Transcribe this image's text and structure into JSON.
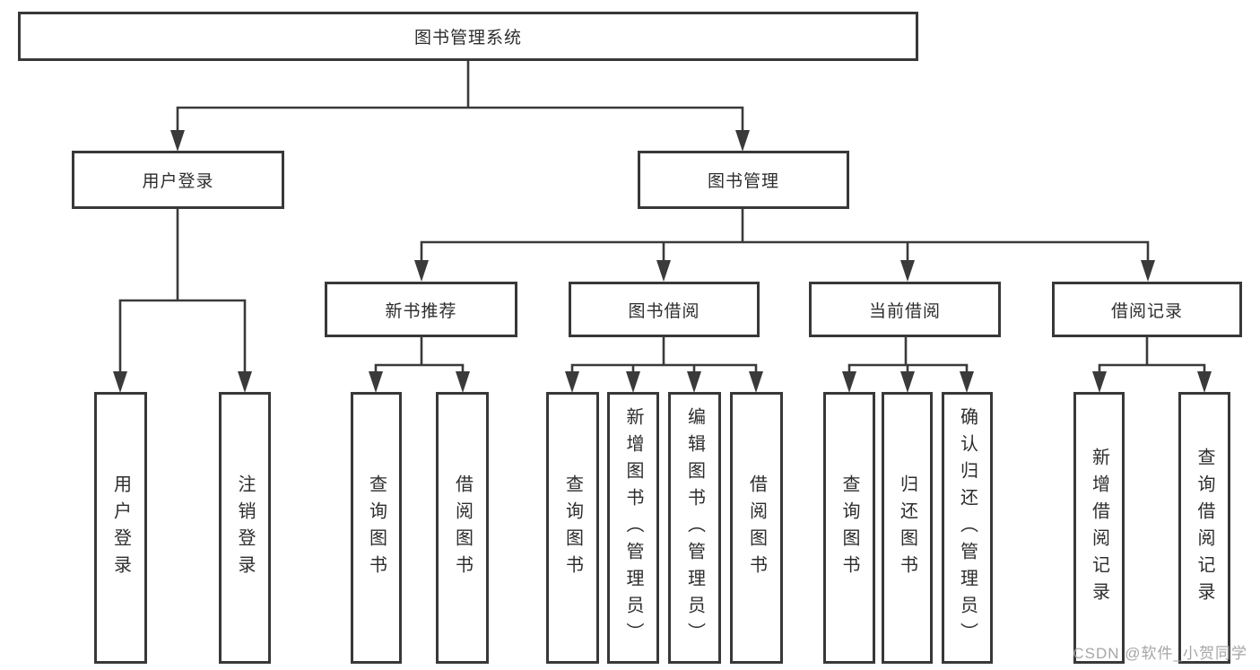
{
  "root": {
    "label": "图书管理系统"
  },
  "level2": [
    {
      "label": "用户登录"
    },
    {
      "label": "图书管理"
    }
  ],
  "level3": [
    {
      "label": "新书推荐"
    },
    {
      "label": "图书借阅"
    },
    {
      "label": "当前借阅"
    },
    {
      "label": "借阅记录"
    }
  ],
  "leaves": {
    "user_login": [
      {
        "label": "用户登录"
      },
      {
        "label": "注销登录"
      }
    ],
    "new_books": [
      {
        "label": "查询图书"
      },
      {
        "label": "借阅图书"
      }
    ],
    "book_borrow": [
      {
        "label": "查询图书"
      },
      {
        "label": "新增图书（管理员）"
      },
      {
        "label": "编辑图书（管理员）"
      },
      {
        "label": "借阅图书"
      }
    ],
    "current_borrow": [
      {
        "label": "查询图书"
      },
      {
        "label": "归还图书"
      },
      {
        "label": "确认归还（管理员）"
      }
    ],
    "borrow_records": [
      {
        "label": "新增借阅记录"
      },
      {
        "label": "查询借阅记录"
      }
    ]
  },
  "watermark": "CSDN @软件_小贺同学",
  "colors": {
    "line": "#3a3a3a",
    "border": "#383838",
    "text": "#2d2d2d",
    "watermark": "#9e9e9e"
  }
}
